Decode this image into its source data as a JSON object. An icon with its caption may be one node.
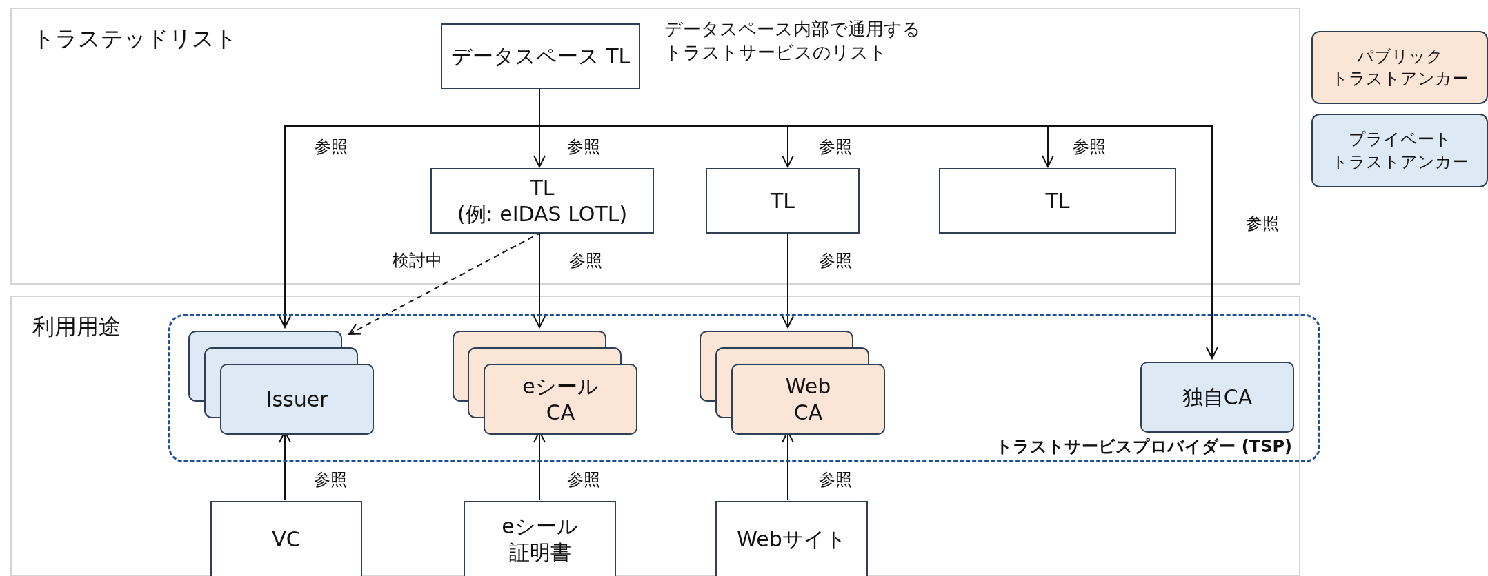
{
  "diagram": {
    "nodes": [
      {
        "text": [
          "トラステッドリスト"
        ]
      },
      {
        "text": [
          "データスペース TL"
        ],
        "beside": [
          "データスペース内部で通用するトラストサービスのリスト"
        ],
        "in": 0
      },
      {
        "text": [
          "TL (例: eIDAS LOTL)"
        ],
        "in": 0
      },
      {
        "text": [
          "TL"
        ],
        "in": 0
      },
      {
        "text": [
          "TL"
        ],
        "in": 0
      },
      {
        "text": [
          "利用用途"
        ]
      },
      {
        "text": [
          "トラストサービスプロバイダー (TSP)"
        ],
        "in": 5
      },
      {
        "text": [
          "Issuer"
        ],
        "in": 6
      },
      {
        "text": [
          "eシール CA"
        ],
        "in": 6
      },
      {
        "text": [
          "Web CA"
        ],
        "in": 6
      },
      {
        "text": [
          "独自CA"
        ],
        "in": 6
      },
      {
        "text": [
          "VC"
        ],
        "in": 5
      },
      {
        "text": [
          "eシール証明書"
        ],
        "in": 5
      },
      {
        "text": [
          "Webサイト"
        ],
        "in": 5
      }
    ],
    "edges": [
      {
        "from": 1,
        "to": 7,
        "arrow": "to",
        "label": "参照"
      },
      {
        "from": 1,
        "to": 2,
        "arrow": "to",
        "label": "参照"
      },
      {
        "from": 1,
        "to": 3,
        "arrow": "to",
        "label": "参照"
      },
      {
        "from": 1,
        "to": 4,
        "arrow": "to",
        "label": "参照"
      },
      {
        "from": 1,
        "to": 10,
        "arrow": "to",
        "label": "参照"
      },
      {
        "from": 2,
        "to": 8,
        "arrow": "to",
        "label": "参照"
      },
      {
        "from": 2,
        "to": 7,
        "arrow": "to",
        "label": "検討中",
        "style": "dashed"
      },
      {
        "from": 3,
        "to": 9,
        "arrow": "to",
        "label": "参照"
      },
      {
        "from": 11,
        "to": 7,
        "arrow": "to",
        "label": "参照"
      },
      {
        "from": 12,
        "to": 8,
        "arrow": "to",
        "label": "参照"
      },
      {
        "from": 13,
        "to": 9,
        "arrow": "to",
        "label": "参照"
      }
    ],
    "legend": [
      {
        "text": "パブリックトラストアンカー",
        "color": "#fbe5d6"
      },
      {
        "text": "プライベートトラストアンカー",
        "color": "#dee9f6"
      }
    ]
  }
}
